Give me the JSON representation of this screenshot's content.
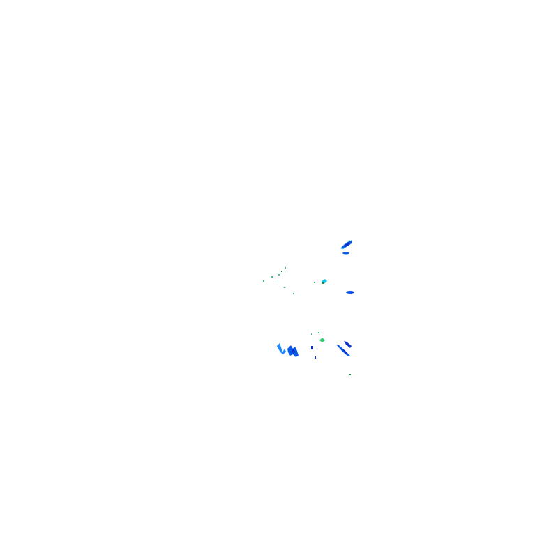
{
  "layer": {
    "type": "radar-overlay",
    "background": "transparent"
  },
  "palette": {
    "light_blue": "#1e88ff",
    "mid_blue": "#0a5ce6",
    "dark_blue": "#0b2fd0",
    "cyan": "#19c6e8",
    "green": "#2ecc71",
    "dark_green": "#1b8a3a"
  },
  "echo_groups": [
    {
      "name": "north-cell",
      "colors": [
        "mid_blue",
        "dark_blue",
        "cyan",
        "green"
      ]
    },
    {
      "name": "middle-scatter",
      "colors": [
        "green",
        "cyan",
        "mid_blue"
      ]
    },
    {
      "name": "south-cluster",
      "colors": [
        "light_blue",
        "mid_blue",
        "dark_blue",
        "green"
      ]
    }
  ]
}
